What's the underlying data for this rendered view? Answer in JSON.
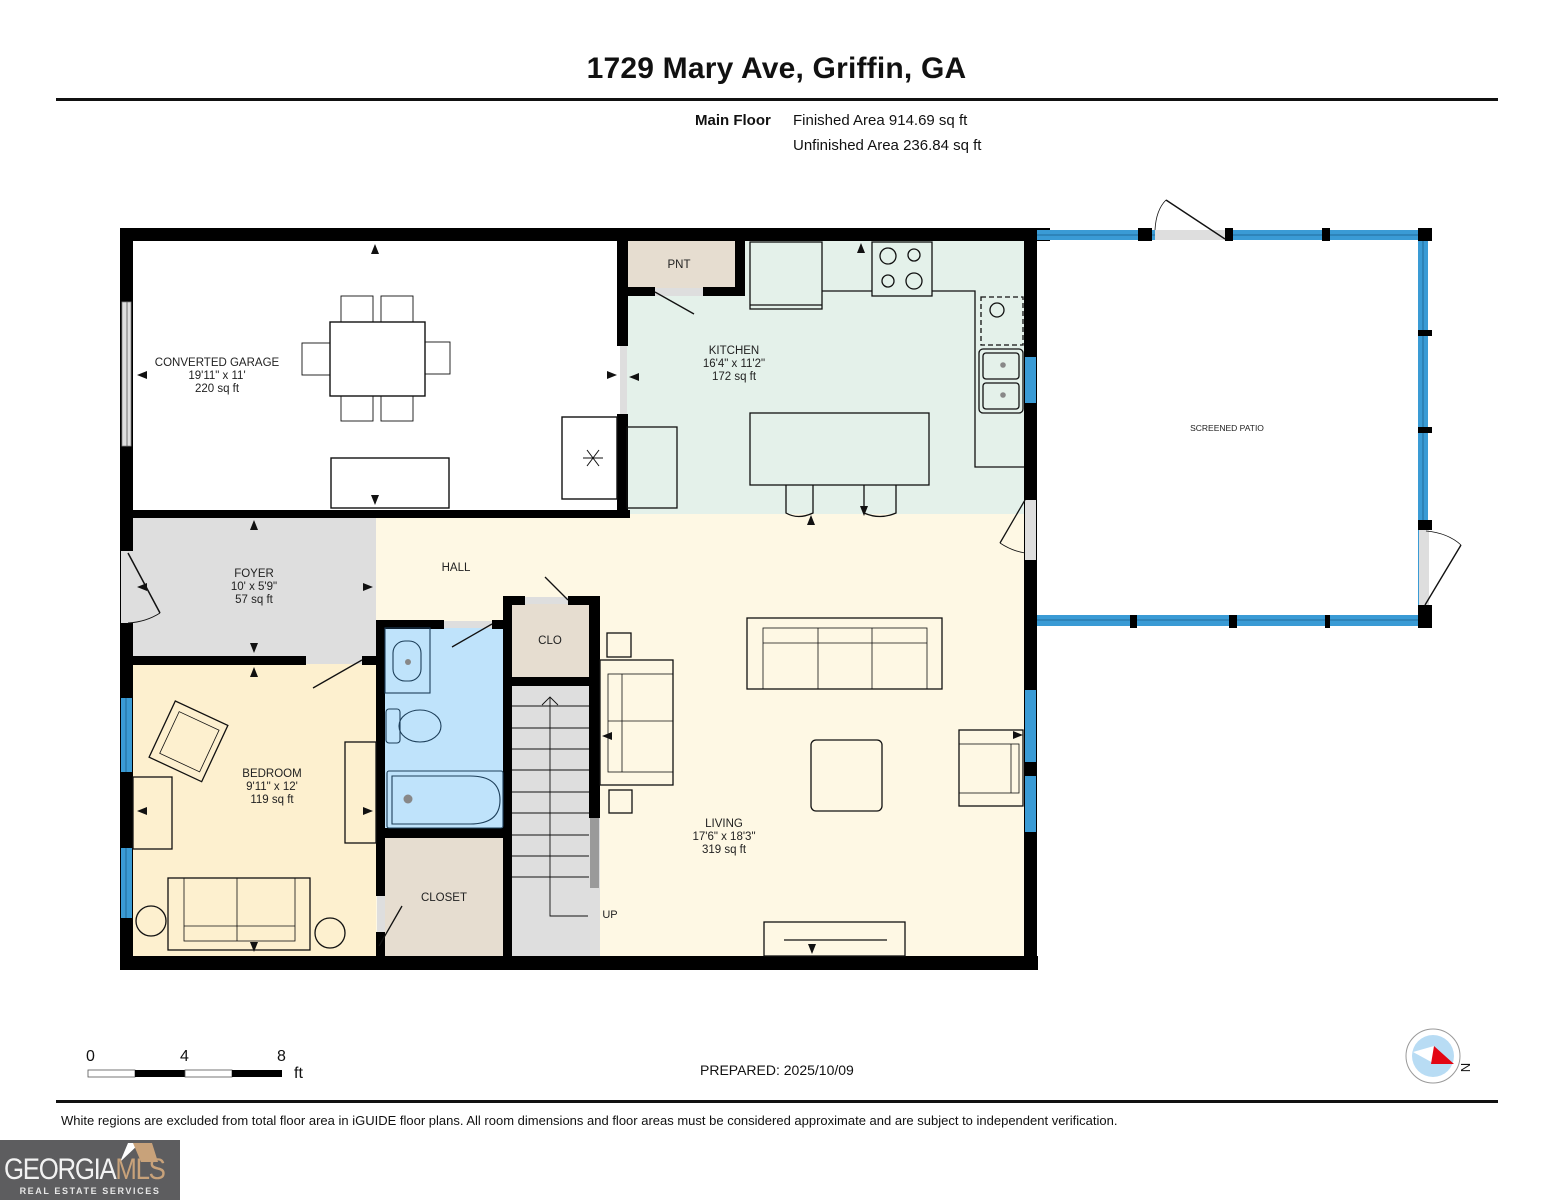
{
  "header": {
    "title": "1729 Mary Ave, Griffin, GA",
    "floor_name": "Main Floor",
    "finished_area": "Finished Area 914.69 sq ft",
    "unfinished_area": "Unfinished Area 236.84 sq ft"
  },
  "rooms": {
    "converted_garage": {
      "name": "CONVERTED GARAGE",
      "dims": "19'11\" x 11'",
      "area": "220 sq ft"
    },
    "kitchen": {
      "name": "KITCHEN",
      "dims": "16'4\" x 11'2\"",
      "area": "172 sq ft"
    },
    "pantry": {
      "name": "PNT"
    },
    "screened_patio": {
      "name": "SCREENED PATIO"
    },
    "foyer": {
      "name": "FOYER",
      "dims": "10' x 5'9\"",
      "area": "57 sq ft"
    },
    "hall": {
      "name": "HALL"
    },
    "closet_small": {
      "name": "CLO"
    },
    "bedroom": {
      "name": "BEDROOM",
      "dims": "9'11\" x 12'",
      "area": "119 sq ft"
    },
    "closet": {
      "name": "CLOSET"
    },
    "living": {
      "name": "LIVING",
      "dims": "17'6\" x 18'3\"",
      "area": "319 sq ft"
    },
    "stairs": {
      "label": "UP"
    }
  },
  "colors": {
    "wall": "#000000",
    "kitchen_fill": "#e4f1ea",
    "living_fill": "#fef8e4",
    "bedroom_fill": "#fdf0cf",
    "bath_fill": "#bfe3fb",
    "closet_fill": "#e6ddd0",
    "foyer_fill": "#dedede",
    "stairs_fill": "#dedede",
    "window_blue": "#3a9bd5",
    "compass_red": "#e30613",
    "compass_bg": "#b8dcf4"
  },
  "scale_bar": {
    "ticks": [
      "0",
      "4",
      "8"
    ],
    "unit": "ft"
  },
  "compass": {
    "label": "N"
  },
  "footer": {
    "prepared": "PREPARED: 2025/10/09",
    "disclaimer": "White regions are excluded from total floor area in iGUIDE floor plans. All room dimensions and floor areas must be considered approximate and are subject to independent verification."
  },
  "logo": {
    "name_main": "GEORGIA",
    "name_accent": "MLS",
    "subtitle": "REAL ESTATE SERVICES"
  }
}
